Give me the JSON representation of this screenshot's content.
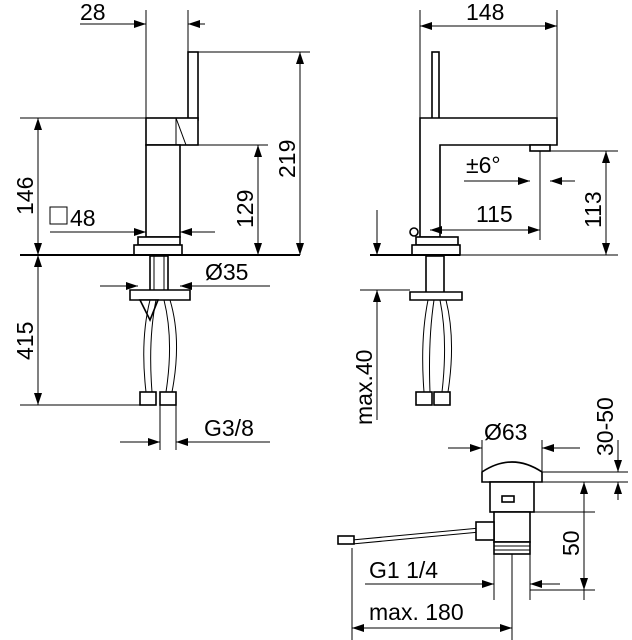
{
  "side_view": {
    "dim_top_width": "28",
    "dim_body_height": "146",
    "dim_square": "48",
    "dim_lower_height": "129",
    "dim_total_height": "219",
    "dim_base_diameter": "Ø35",
    "dim_hose_length": "415",
    "dim_thread": "G3/8"
  },
  "front_view": {
    "dim_spout_width": "148",
    "dim_angle": "±6°",
    "dim_spout_reach": "115",
    "dim_spout_height": "113",
    "dim_max_thickness": "max.40"
  },
  "drain_view": {
    "dim_plug_diameter": "Ø63",
    "dim_plug_range": "30-50",
    "dim_body_height": "50",
    "dim_thread": "G1 1/4",
    "dim_max_length": "max. 180"
  }
}
